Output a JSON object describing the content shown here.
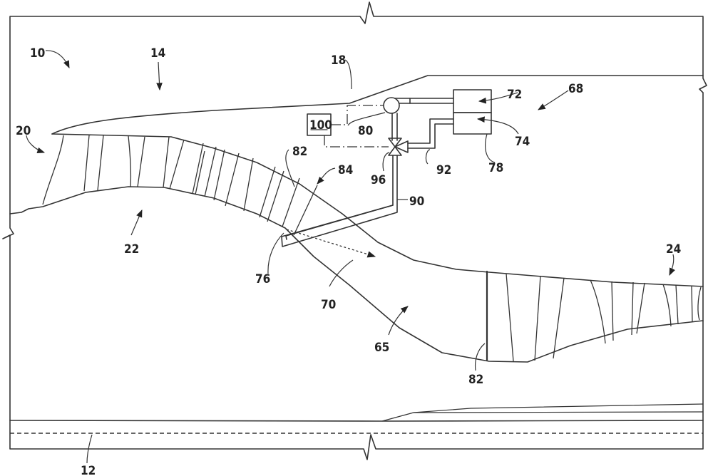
{
  "figure": {
    "type": "patent-drawing",
    "subject": "gas turbine engine cross-section with compressor bleed / cooling system",
    "reference_numerals": {
      "engine": "10",
      "centerline_axis": "12",
      "core_engine": "14",
      "outer_casing": "18",
      "inlet": "20",
      "low_pressure_compressor": "22",
      "high_pressure_compressor": "24",
      "transition_duct": "65",
      "system": "68",
      "flow": "70",
      "component_72": "72",
      "component_74": "74",
      "outlet_76": "76",
      "heat_exchanger": "78",
      "pump": "80",
      "blade_82_upper": "82",
      "blade_82_lower": "82",
      "passage_84": "84",
      "conduit_90": "90",
      "conduit_92": "92",
      "valve": "96",
      "controller": "100"
    }
  }
}
